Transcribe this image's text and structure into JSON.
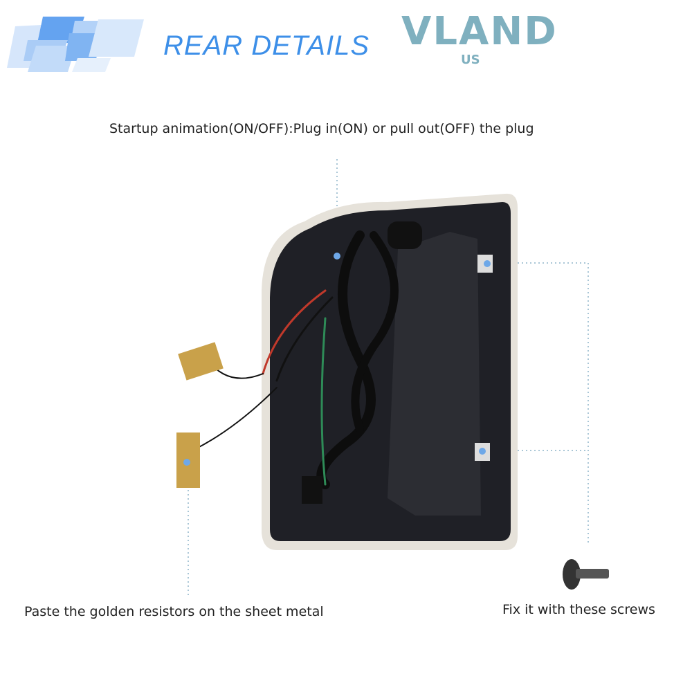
{
  "header": {
    "title": "REAR DETAILS",
    "logo_text": "VLAND",
    "logo_sub": "US"
  },
  "captions": {
    "startup": "Startup animation(ON/OFF):Plug in(ON) or pull out(OFF) the plug",
    "resistors": "Paste the golden resistors on the sheet metal",
    "screws": "Fix it with these screws"
  },
  "colors": {
    "accent": "#3d8fe8",
    "logo": "#7fb0bf",
    "housing": "#1c1d22",
    "resistor": "#c9a14a",
    "marker": "#6ea8e8"
  }
}
